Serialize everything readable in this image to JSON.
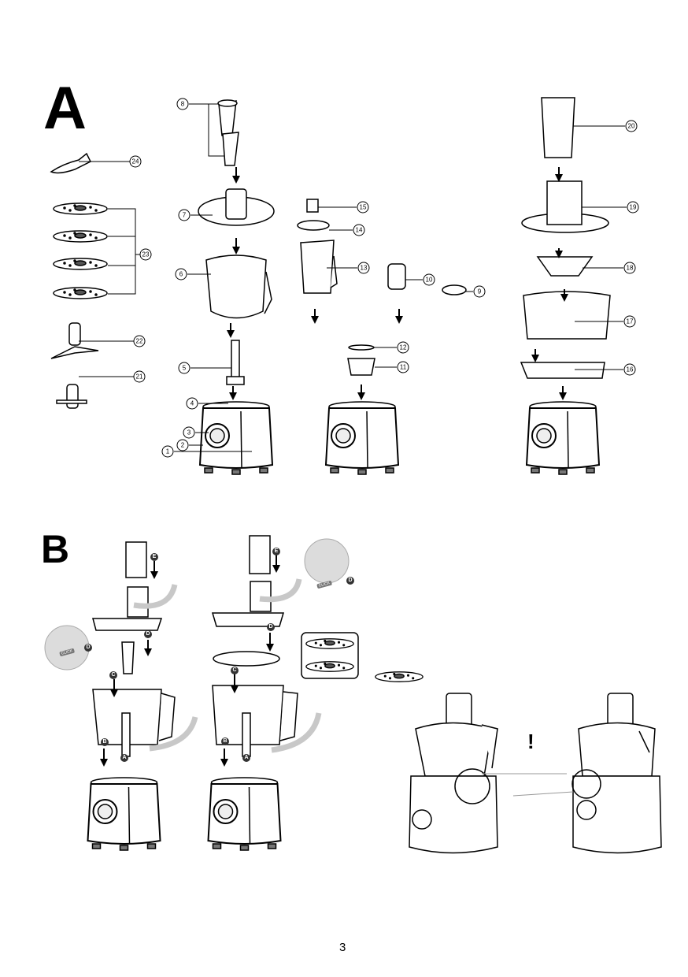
{
  "sections": {
    "a": "A",
    "b": "B"
  },
  "callouts": [
    "1",
    "2",
    "3",
    "4",
    "5",
    "6",
    "7",
    "8",
    "9",
    "10",
    "11",
    "12",
    "13",
    "14",
    "15",
    "16",
    "17",
    "18",
    "19",
    "20",
    "21",
    "22",
    "23",
    "24"
  ],
  "steps": {
    "a": "A",
    "b": "B",
    "c": "C",
    "d": "D",
    "e": "E"
  },
  "click_label": "CLICK",
  "warning_mark": "!",
  "page_number": "3",
  "colors": {
    "ink": "#000000",
    "arrow_grey": "#c8c8c8",
    "magnifier_grey": "#dcdcdc"
  }
}
